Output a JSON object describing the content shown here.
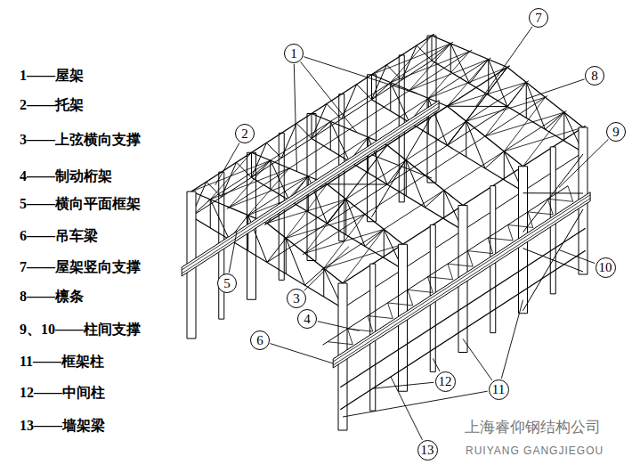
{
  "diagram": {
    "nodes": [
      {
        "text": [
          "1"
        ]
      },
      {
        "text": [
          "2"
        ]
      },
      {
        "text": [
          "3"
        ]
      },
      {
        "text": [
          "4"
        ]
      },
      {
        "text": [
          "5"
        ]
      },
      {
        "text": [
          "6"
        ]
      },
      {
        "text": [
          "7"
        ]
      },
      {
        "text": [
          "8"
        ]
      },
      {
        "text": [
          "9"
        ]
      },
      {
        "text": [
          "10"
        ]
      },
      {
        "text": [
          "11"
        ]
      },
      {
        "text": [
          "12"
        ]
      },
      {
        "text": [
          "13"
        ]
      }
    ],
    "labels": [
      "1——屋架",
      "2——托架",
      "3——上弦横向支撑",
      "4——制动桁架",
      "5——横向平面框架",
      "6——吊车梁",
      "7——屋架竖向支撑",
      "8——檩条",
      "9、10——柱间支撑",
      "11——框架柱",
      "12——中间柱",
      "13——墙架梁",
      "上海睿仰钢结构公司",
      "RUIYANG GANGJIEGOU"
    ]
  }
}
